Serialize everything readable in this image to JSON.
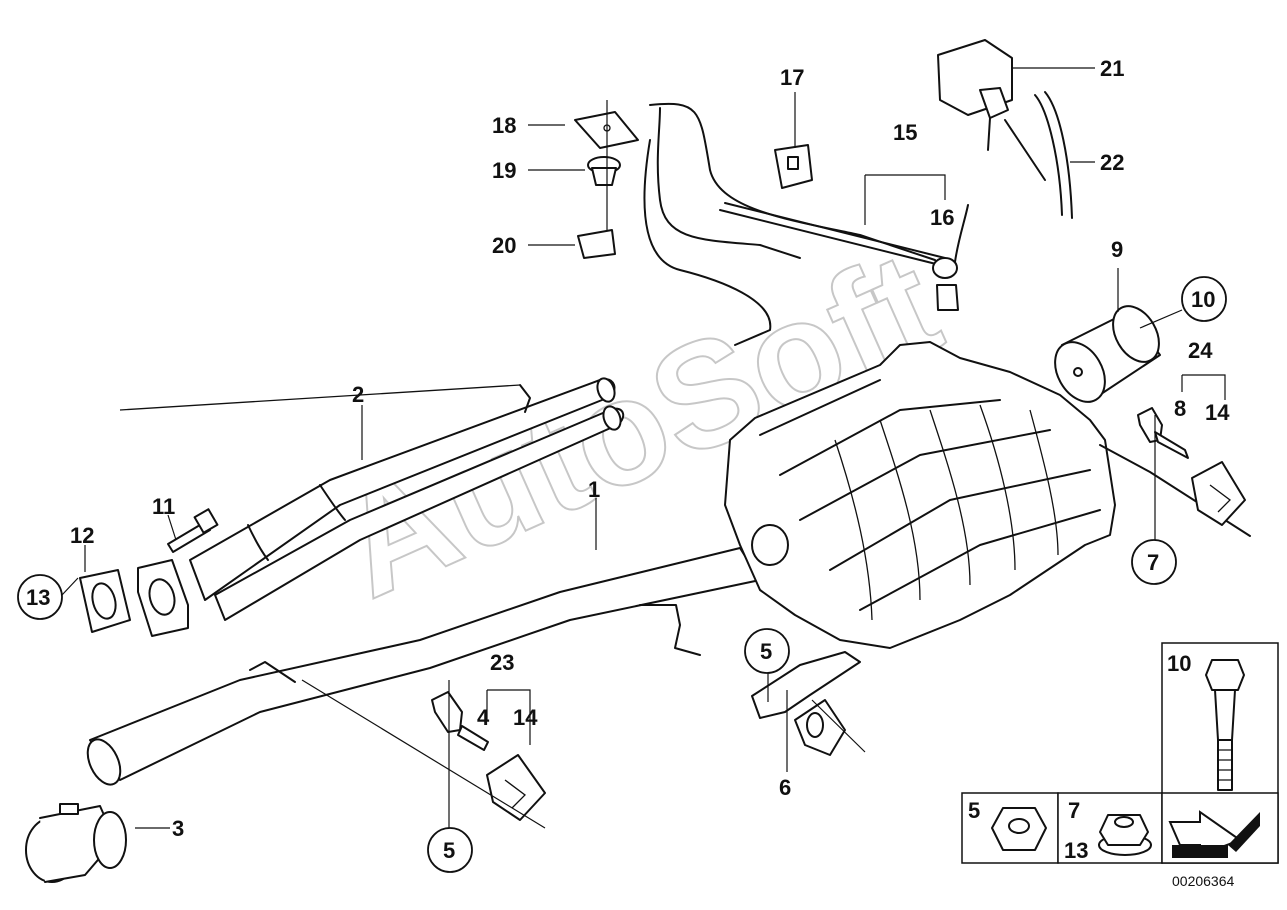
{
  "watermark": "AutoSoft",
  "diagram_id": "00206364",
  "callouts": {
    "c1": "1",
    "c2": "2",
    "c3": "3",
    "c4": "4",
    "c5a": "5",
    "c5b": "5",
    "c6": "6",
    "c7": "7",
    "c8": "8",
    "c9": "9",
    "c10": "10",
    "c11": "11",
    "c12": "12",
    "c13": "13",
    "c14a": "14",
    "c14b": "14",
    "c15": "15",
    "c16": "16",
    "c17": "17",
    "c18": "18",
    "c19": "19",
    "c20": "20",
    "c21": "21",
    "c22": "22",
    "c23": "23",
    "c24": "24"
  },
  "legend": {
    "bolt_label": "10",
    "nut_label": "5",
    "flange_nut_label_top": "7",
    "flange_nut_label_bottom": "13"
  }
}
